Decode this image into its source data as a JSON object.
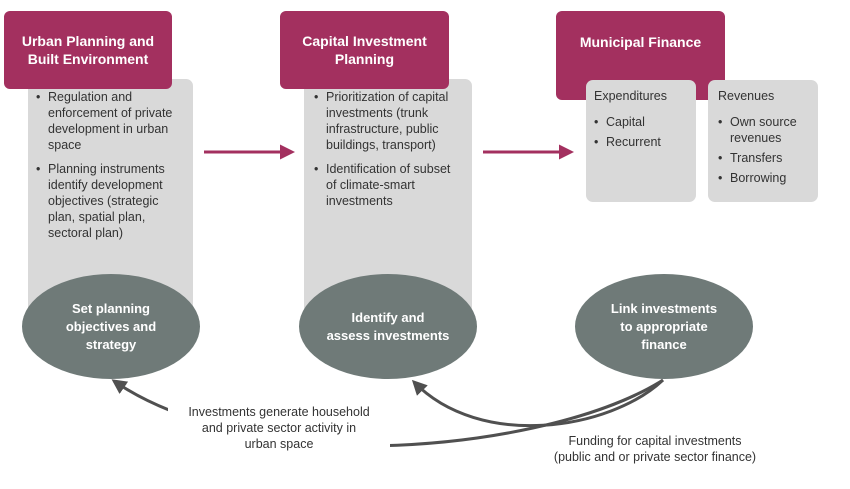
{
  "columns": [
    {
      "header": "Urban Planning and\nBuilt Environment",
      "bullets": [
        "Regulation and enforcement of private development in urban space",
        "Planning instruments identify development objectives (strategic plan, spatial plan, sectoral plan)"
      ],
      "step": "Set planning\nobjectives and\nstrategy"
    },
    {
      "header": "Capital Investment\nPlanning",
      "bullets": [
        "Prioritization of capital investments (trunk infrastructure, public buildings, transport)",
        "Identification of subset of climate-smart investments"
      ],
      "step": "Identify and\nassess investments"
    },
    {
      "header": "Municipal Finance",
      "step": "Link investments\nto appropriate\nfinance"
    }
  ],
  "finance": {
    "expenditures": {
      "title": "Expenditures",
      "items": [
        "Capital",
        "Recurrent"
      ]
    },
    "revenues": {
      "title": "Revenues",
      "items": [
        "Own source revenues",
        "Transfers",
        "Borrowing"
      ]
    }
  },
  "notes": {
    "activity": "Investments generate household\nand private sector activity in\nurban space",
    "funding": "Funding for capital investments\n(public and or private sector finance)"
  },
  "colors": {
    "header": "#a3305f",
    "arrow": "#a3305f",
    "panel": "#d9d9d9",
    "ellipse": "#6f7a78",
    "curve": "#505050"
  }
}
